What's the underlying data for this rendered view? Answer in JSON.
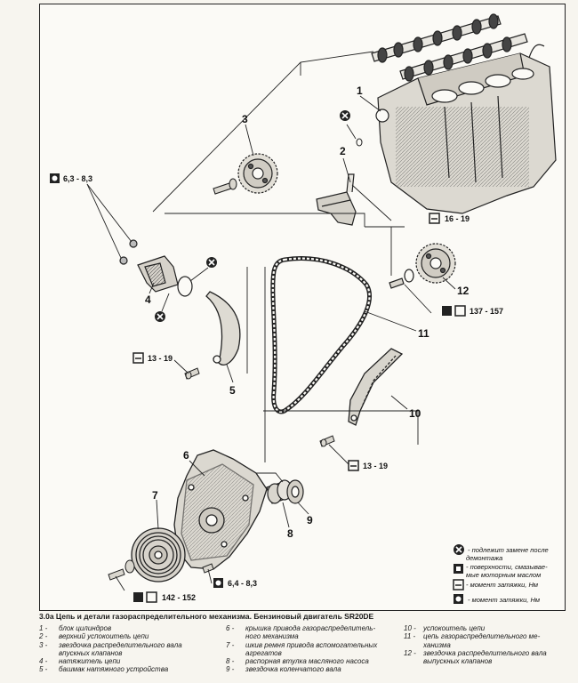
{
  "parts": [
    {
      "n": "1"
    },
    {
      "n": "2"
    },
    {
      "n": "3"
    },
    {
      "n": "4"
    },
    {
      "n": "5"
    },
    {
      "n": "6"
    },
    {
      "n": "7"
    },
    {
      "n": "8"
    },
    {
      "n": "9"
    },
    {
      "n": "10"
    },
    {
      "n": "11"
    },
    {
      "n": "12"
    }
  ],
  "torques": {
    "t1": "6,3 - 8,3",
    "t2": "16 - 19",
    "t3": "137 - 157",
    "t4": "13 - 19",
    "t5": "13 - 19",
    "t6": "142 - 152",
    "t7": "6,4 - 8,3"
  },
  "legend": {
    "replace_1": "- подлежит замене после",
    "replace_2": "демонтажа",
    "oil_1": "- поверхности, смазывае-",
    "oil_2": "мые моторным маслом",
    "torque": "- момент затяжки, Нм",
    "torque2": "- момент затяжки, Нм"
  },
  "caption": {
    "title": "3.0а Цепь и детали газораспределительного механизма. Бензиновый двигатель SR20DE",
    "col1": [
      {
        "n": "1 -",
        "t": "блок цилиндров"
      },
      {
        "n": "2 -",
        "t": "верхний успокоитель цепи"
      },
      {
        "n": "3 -",
        "t": "звездочка распределительного вала"
      },
      {
        "n": "",
        "t": "впускных клапанов"
      },
      {
        "n": "4 -",
        "t": "натяжитель цепи"
      },
      {
        "n": "5 -",
        "t": "башмак натяжного устройства"
      }
    ],
    "col2": [
      {
        "n": "6 -",
        "t": "крышка привода газораспределитель-"
      },
      {
        "n": "",
        "t": "ного механизма"
      },
      {
        "n": "7 -",
        "t": "шкив ремня привода вспомогательных"
      },
      {
        "n": "",
        "t": "агрегатов"
      },
      {
        "n": "8 -",
        "t": "распорная втулка масляного насоса"
      },
      {
        "n": "9 -",
        "t": "звездочка коленчатого вала"
      }
    ],
    "col3": [
      {
        "n": "10 -",
        "t": "успокоитель цепи"
      },
      {
        "n": "11 -",
        "t": "цепь газораспределительного ме-"
      },
      {
        "n": "",
        "t": "ханизма"
      },
      {
        "n": "12 -",
        "t": "звездочка распределительного вала"
      },
      {
        "n": "",
        "t": "выпускных клапанов"
      }
    ]
  }
}
